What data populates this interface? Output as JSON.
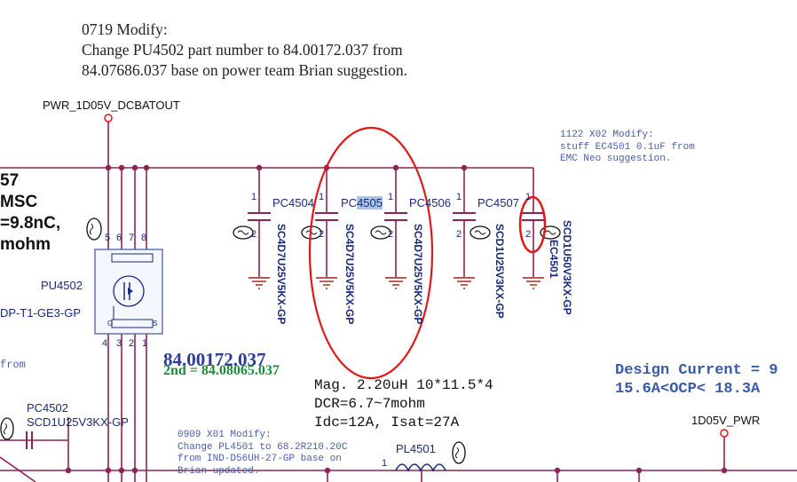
{
  "top_note": {
    "line1": "0719 Modify:",
    "line2": "Change PU4502 part number to 84.00172.037 from",
    "line3": "84.07686.037 base on power team Brian suggestion."
  },
  "nets": {
    "pwr_in": "PWR_1D05V_DCBATOUT",
    "pwr_out": "1D05V_PWR"
  },
  "note_1122": {
    "line1": "1122 X02 Modify:",
    "line2": "stuff EC4501 0.1uF from",
    "line3": "EMC Neo suggestion."
  },
  "note_0909": {
    "line1": "0909 X01 Modify:",
    "line2": "Change PL4501 to 68.2R210.20C",
    "line3": "from IND-D56UH-27-GP base on",
    "line4": "Brian updated."
  },
  "left_text": {
    "l1": "57",
    "l2": "MSC",
    "l3": "=9.8nC,",
    "l4": "mohm",
    "pu": "PU4502",
    "pu_part": "DP-T1-GE3-GP",
    "from": "from",
    "pc4502": "PC4502",
    "pc4502_part": "SCD1U25V3KX-GP"
  },
  "caps": [
    {
      "ref_a": "PC4504",
      "ref_b": "",
      "part": "SC4D7U25V5KX-GP"
    },
    {
      "ref_a": "PC",
      "ref_b": "4505",
      "part": "SC4D7U25V5KX-GP"
    },
    {
      "ref_a": "PC4506",
      "ref_b": "",
      "part": "SC4D7U25V5KX-GP"
    },
    {
      "ref_a": "PC4507",
      "ref_b": "",
      "part": "SCD1U25V3KX-GP"
    },
    {
      "ref_a": "EC4501",
      "ref_b": "",
      "part": "SCD1U50V3KX-GP"
    }
  ],
  "pin_labels": {
    "one": "1",
    "two": "2"
  },
  "part_number": {
    "main": "84.00172.037",
    "second": "2nd = 84.08065.037"
  },
  "inductor": {
    "mag": "Mag. 2.20uH 10*11.5*4",
    "dcr": "DCR=6.7~7mohm",
    "idc": "Idc=12A, Isat=27A",
    "ref": "PL4501",
    "pin1": "1"
  },
  "design": {
    "line1": "Design Current = 9",
    "line2": "15.6A<OCP< 18.3A"
  },
  "mosfet_pins": {
    "p5": "5",
    "p6": "6",
    "p7": "7",
    "p8": "8",
    "p4": "4",
    "p3": "3",
    "p2": "2",
    "p1": "1",
    "g": "G",
    "s": "S"
  },
  "colors": {
    "wire": "#8b2455",
    "ref": "#1a2a7a",
    "annotation": "#e01818",
    "ground": "#a0201a",
    "part_blue": "#2b3b9a",
    "part_green": "#1f8a3a"
  }
}
